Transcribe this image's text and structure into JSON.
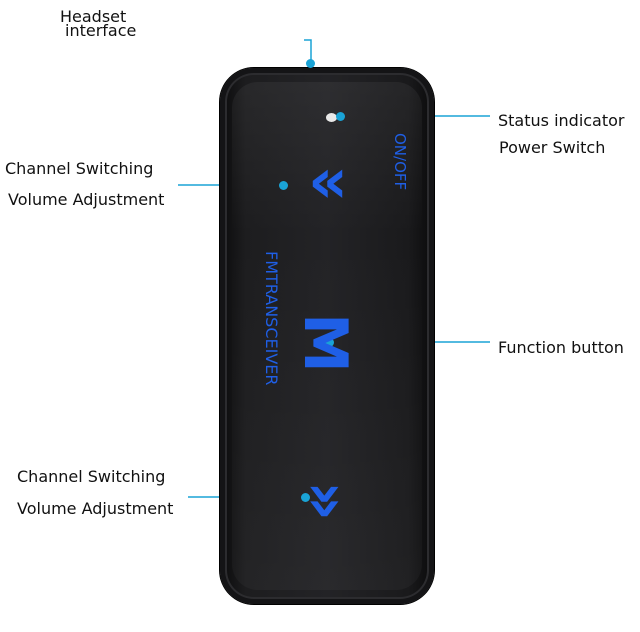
{
  "callouts": {
    "headset": [
      "Headset",
      "interface"
    ],
    "status": [
      "Status indicator",
      "Power Switch"
    ],
    "channel_top": [
      "Channel Switching",
      "Volume Adjustment"
    ],
    "function": "Function button",
    "channel_bottom": [
      "Channel Switching",
      "Volume Adjustment"
    ]
  },
  "device": {
    "power_label": "ON/OFF",
    "brand_label": "FMTRANSCEIVER",
    "function_key": "M",
    "up_key": "«",
    "down_key": "»"
  },
  "colors": {
    "key_blue": "#1f5fe6",
    "callout_line": "#1aa3d6",
    "body": "#1d1d1f"
  }
}
